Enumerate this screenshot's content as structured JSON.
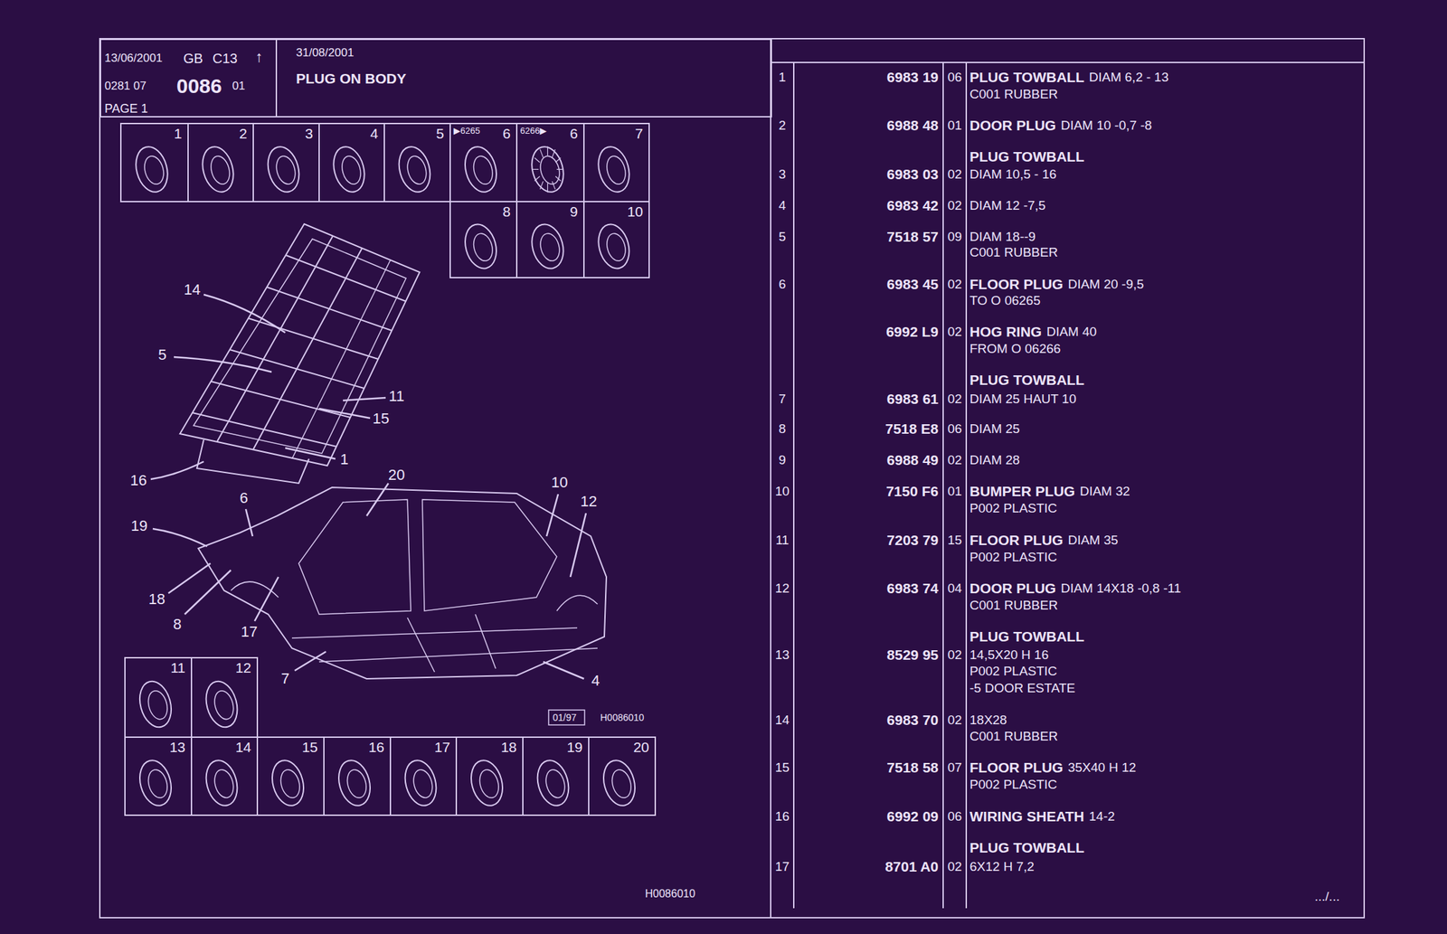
{
  "diagram": {
    "title": "PLUG ON BODY",
    "nodes": [
      {
        "text": [
          "13/06/2001",
          "GB",
          "C13",
          "↑",
          "0281 07",
          "0086",
          "01",
          "PAGE 1"
        ]
      },
      {
        "text": [
          "31/08/2001"
        ]
      },
      {
        "text": [
          "1"
        ]
      },
      {
        "text": [
          "2"
        ]
      },
      {
        "text": [
          "3"
        ]
      },
      {
        "text": [
          "4"
        ]
      },
      {
        "text": [
          "5"
        ]
      },
      {
        "text": [
          "▶6265",
          "6"
        ]
      },
      {
        "text": [
          "6266▶",
          "6"
        ]
      },
      {
        "text": [
          "7"
        ]
      },
      {
        "text": [
          "8"
        ]
      },
      {
        "text": [
          "9"
        ]
      },
      {
        "text": [
          "10"
        ]
      },
      {
        "text": [
          "11"
        ]
      },
      {
        "text": [
          "12"
        ]
      },
      {
        "text": [
          "13"
        ]
      },
      {
        "text": [
          "14"
        ]
      },
      {
        "text": [
          "15"
        ]
      },
      {
        "text": [
          "16"
        ]
      },
      {
        "text": [
          "17"
        ]
      },
      {
        "text": [
          "18"
        ]
      },
      {
        "text": [
          "19"
        ]
      },
      {
        "text": [
          "20"
        ]
      }
    ],
    "labels": [
      "14",
      "5",
      "11",
      "15",
      "1",
      "16",
      "20",
      "6",
      "19",
      "18",
      "8",
      "17",
      "7",
      "10",
      "12",
      "4",
      "01/97",
      "H0086010",
      "1",
      "6983 19",
      "06",
      "PLUG TOWBALL",
      "DIAM 6,2 - 13",
      "C001 RUBBER",
      "2",
      "6988 48",
      "01",
      "DOOR PLUG",
      "DIAM 10 -0,7 -8",
      "PLUG TOWBALL",
      "3",
      "6983 03",
      "02",
      "DIAM 10,5 - 16",
      "4",
      "6983 42",
      "02",
      "DIAM 12 -7,5",
      "5",
      "7518 57",
      "09",
      "DIAM 18--9",
      "C001 RUBBER",
      "6",
      "6983 45",
      "02",
      "FLOOR PLUG",
      "DIAM 20 -9,5",
      "TO O 06265",
      "6992 L9",
      "02",
      "HOG RING",
      "DIAM 40",
      "FROM O 06266",
      "PLUG TOWBALL",
      "7",
      "6983 61",
      "02",
      "DIAM 25 HAUT 10",
      "8",
      "7518 E8",
      "06",
      "DIAM 25",
      "9",
      "6988 49",
      "02",
      "DIAM 28",
      "10",
      "7150 F6",
      "01",
      "BUMPER PLUG",
      "DIAM 32",
      "P002 PLASTIC",
      "11",
      "7203 79",
      "15",
      "FLOOR PLUG",
      "DIAM 35",
      "P002 PLASTIC",
      "12",
      "6983 74",
      "04",
      "DOOR PLUG",
      "DIAM 14X18 -0,8 -11",
      "C001 RUBBER",
      "PLUG TOWBALL",
      "13",
      "8529 95",
      "02",
      "14,5X20 H 16",
      "P002 PLASTIC",
      "-5 DOOR ESTATE",
      "14",
      "6983 70",
      "02",
      "18X28",
      "C001 RUBBER",
      "15",
      "7518 58",
      "07",
      "FLOOR PLUG",
      "35X40 H 12",
      "P002 PLASTIC",
      "16",
      "6992 09",
      "06",
      "WIRING SHEATH",
      "14-2",
      "PLUG TOWBALL",
      "17",
      "8701 A0",
      "02",
      "6X12 H 7,2",
      ".../...",
      "H0086010"
    ]
  }
}
